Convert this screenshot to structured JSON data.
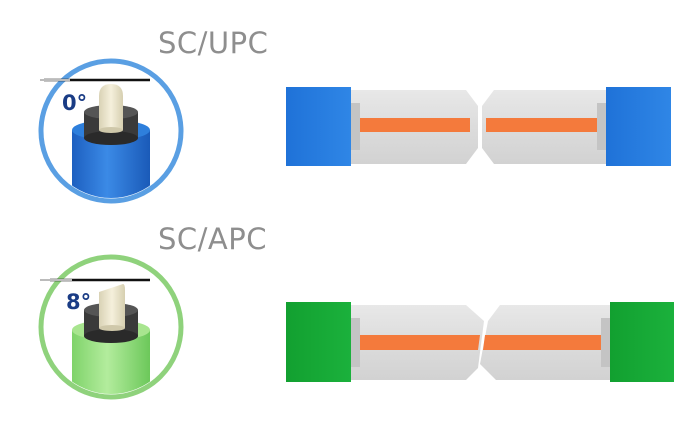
{
  "sections": [
    {
      "title": "SC/UPC",
      "angle": "0°"
    },
    {
      "title": "SC/APC",
      "angle": "8°"
    }
  ],
  "colors": {
    "upc_blue": "#1e73d6",
    "upc_ring": "#5a9fe3",
    "apc_green": "#1aa83a",
    "apc_ring": "#8fd27c",
    "fiber_orange": "#f47a3c",
    "ferrule_gray": "#dedede",
    "ferrule_cap": "#ece6cc",
    "angle_text": "#1a3c85",
    "title_gray": "#8e8e8e"
  }
}
